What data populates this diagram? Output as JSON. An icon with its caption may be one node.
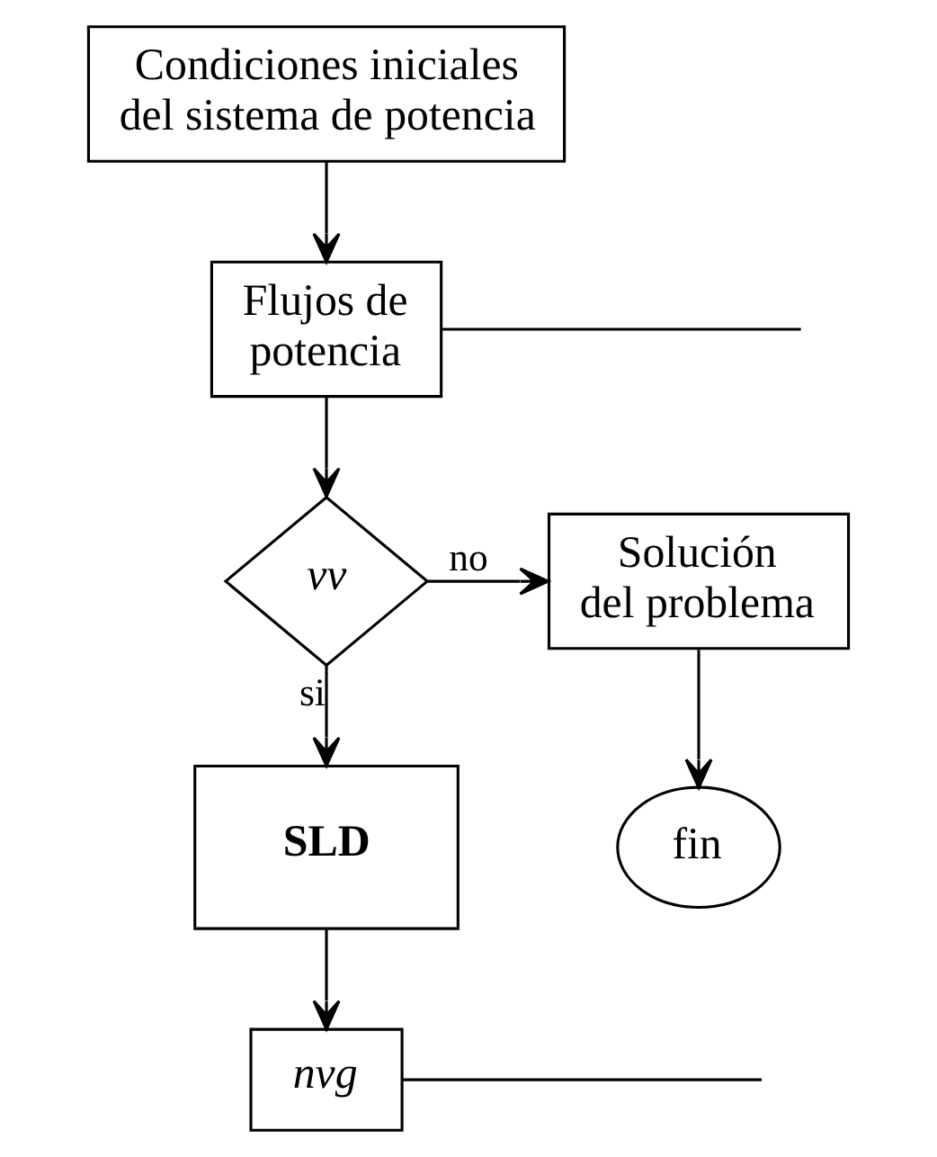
{
  "diagram": {
    "nodes": [
      {
        "text": [
          "Condiciones iniciales del sistema de potencia"
        ]
      },
      {
        "text": [
          "Flujos de potencia"
        ]
      },
      {
        "text": [
          "vv"
        ]
      },
      {
        "text": [
          "Solución del problema"
        ]
      },
      {
        "text": [
          "fin"
        ]
      },
      {
        "text": [
          "SLD"
        ]
      },
      {
        "text": [
          "nvg"
        ]
      }
    ],
    "edges": [
      {
        "from": 0,
        "to": 1,
        "arrow": "to"
      },
      {
        "from": 1,
        "to": 2,
        "arrow": "to"
      },
      {
        "from": 2,
        "to": 3,
        "arrow": "to",
        "label": "no"
      },
      {
        "from": 3,
        "to": 4,
        "arrow": "to"
      },
      {
        "from": 2,
        "to": 5,
        "arrow": "to",
        "label": "si"
      },
      {
        "from": 5,
        "to": 6,
        "arrow": "to"
      },
      {
        "from": 1,
        "to": null,
        "arrow": "none"
      },
      {
        "from": 6,
        "to": null,
        "arrow": "none"
      }
    ]
  }
}
